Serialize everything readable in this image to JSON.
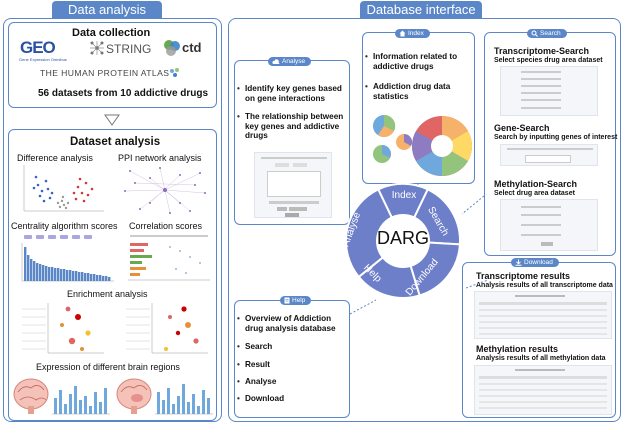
{
  "left_title": "Data analysis",
  "right_title": "Database interface",
  "collection": {
    "title": "Data collection",
    "logos": {
      "geo": "GEO",
      "geo_sub": "Gene Expression Omnibus",
      "string": "STRING",
      "ctd": "ctd",
      "hpa": "THE HUMAN PROTEIN ATLAS"
    },
    "summary": "56 datasets from 10 addictive drugs"
  },
  "analysis": {
    "title": "Dataset analysis",
    "labels": [
      "Difference analysis",
      "PPI network analysis",
      "Centrality algorithm scores",
      "Correlation scores",
      "Enrichment analysis",
      "Expression of different brain regions"
    ]
  },
  "analyse_box": {
    "tab": "Analyse",
    "items": [
      "Identify key genes based on gene interactions",
      "The relationship between key genes and addictive drugs"
    ]
  },
  "index_box": {
    "tab": "Index",
    "items": [
      "Information related to addictive drugs",
      "Addiction drug data statistics"
    ]
  },
  "search_box": {
    "tab": "Search",
    "sections": [
      {
        "title": "Transcriptome-Search",
        "sub": "Select species drug area dataset"
      },
      {
        "title": "Gene-Search",
        "sub": "Search by inputting genes of interest"
      },
      {
        "title": "Methylation-Search",
        "sub": "Select drug area dataset"
      }
    ]
  },
  "download_box": {
    "tab": "Download",
    "sections": [
      {
        "title": "Transcriptome results",
        "sub": "Analysis results of all transcriptome data"
      },
      {
        "title": "Methylation results",
        "sub": "Analysis results of all methylation data"
      }
    ]
  },
  "help_box": {
    "tab": "Help",
    "items": [
      "Overview of Addiction drug analysis database",
      "Search",
      "Result",
      "Analyse",
      "Download"
    ]
  },
  "wheel": {
    "center": "DARG",
    "segments": [
      "Index",
      "Search",
      "Download",
      "Help",
      "Analyse"
    ]
  },
  "colors": {
    "accent": "#5b87c8",
    "wheel": "#6e7fc9",
    "wheel_dark": "#5467b8"
  }
}
